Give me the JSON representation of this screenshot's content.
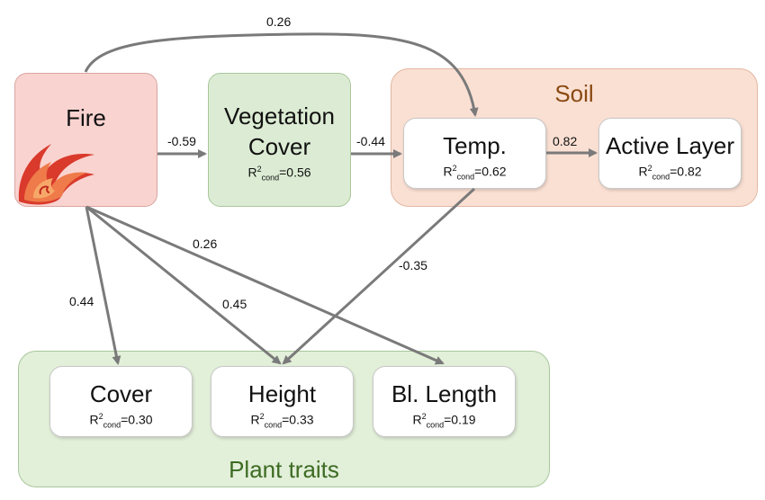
{
  "colors": {
    "fire_fill": "#f9d3d0",
    "fire_border": "#d9a5a0",
    "veg_fill": "#dcecd4",
    "veg_border": "#a9c79c",
    "soil_fill": "#fae0d3",
    "soil_border": "#e2b6a1",
    "soil_title": "#8a4a12",
    "plant_fill": "#e2efd9",
    "plant_border": "#a9c79c",
    "plant_title": "#3d6b23",
    "arrow": "#7a7a7a"
  },
  "fire": {
    "label": "Fire",
    "icon": "flame-icon"
  },
  "vegetation": {
    "line1": "Vegetation",
    "line2": "Cover",
    "r2_value": "=0.56"
  },
  "soil": {
    "title": "Soil",
    "temp": {
      "label": "Temp.",
      "r2_value": "=0.62"
    },
    "active_layer": {
      "label": "Active Layer",
      "r2_value": "=0.82"
    }
  },
  "plant_traits": {
    "title": "Plant traits",
    "cover": {
      "label": "Cover",
      "r2_value": "=0.30"
    },
    "height": {
      "label": "Height",
      "r2_value": "=0.33"
    },
    "bl_length": {
      "label": "Bl. Length",
      "r2_value": "=0.19"
    }
  },
  "r2_symbol": "R",
  "r2_sup": "2",
  "r2_sub": "cond",
  "coefficients": {
    "fire_temp": "0.26",
    "fire_veg": "-0.59",
    "veg_temp": "-0.44",
    "temp_active": "0.82",
    "fire_bl": "0.26",
    "temp_height": "-0.35",
    "fire_cover": "0.44",
    "fire_height": "0.45"
  }
}
